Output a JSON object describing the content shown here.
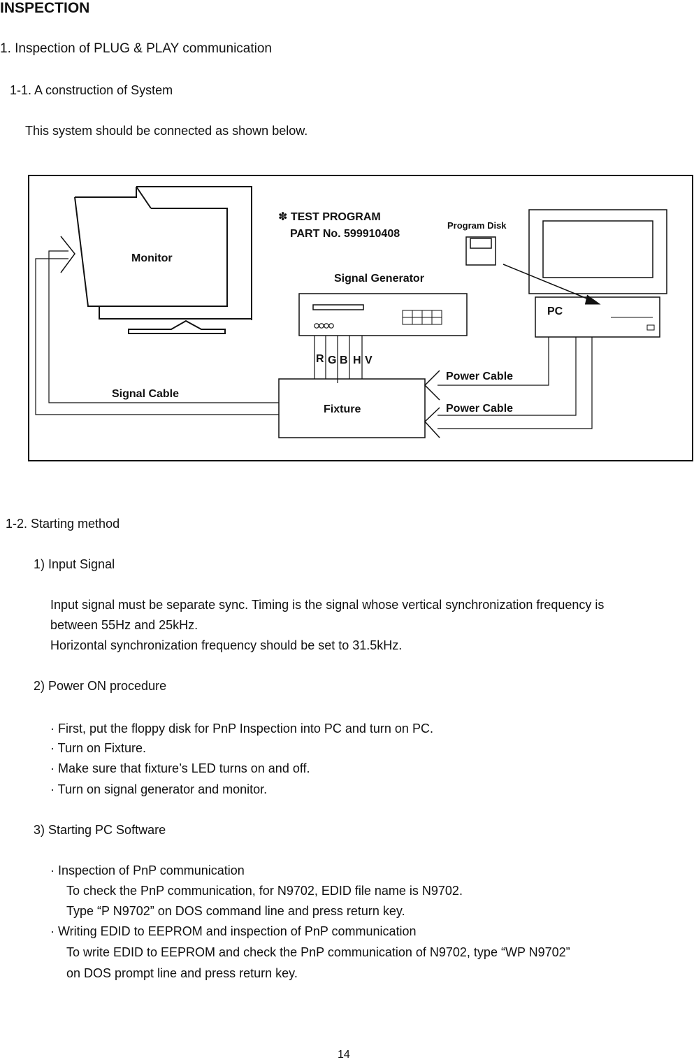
{
  "doc": {
    "heading": "INSPECTION",
    "section1": "1. Inspection of PLUG & PLAY communication",
    "subsection1": "1-1. A construction of System",
    "intro": "This system should be connected as shown below.",
    "subsection2": "1-2. Starting method",
    "step1_title": "1) Input Signal",
    "step1_lines": [
      "Input signal must be separate sync. Timing is the signal whose vertical synchronization frequency is",
      "between 55Hz and 25kHz.",
      "Horizontal synchronization frequency should be set to 31.5kHz."
    ],
    "step2_title": "2) Power ON procedure",
    "step2_bullets": [
      "·  First, put the floppy disk for PnP Inspection into PC and turn on PC.",
      "·  Turn on Fixture.",
      "·  Make sure that fixture’s LED turns on and off.",
      "·  Turn on signal generator and monitor."
    ],
    "step3_title": "3) Starting PC Software",
    "step3_lines": [
      "·  Inspection of PnP communication",
      "To check the PnP communication, for N9702, EDID file name is N9702.",
      "Type “P N9702” on DOS command line and press return key.",
      "·  Writing EDID to EEPROM and inspection of PnP communication",
      "To write EDID to EEPROM and check the PnP communication of N9702, type “WP N9702”",
      "on DOS prompt line and press return key."
    ],
    "page_number": "14"
  },
  "diagram": {
    "test_program_line1": "✽ TEST PROGRAM",
    "test_program_line2": "PART No. 599910408",
    "program_disk": "Program Disk",
    "monitor": "Monitor",
    "signal_generator": "Signal Generator",
    "pc": "PC",
    "rgbhv": [
      "R",
      "G",
      "B",
      "H",
      "V"
    ],
    "power_cable_1": "Power Cable",
    "power_cable_2": "Power Cable",
    "signal_cable": "Signal Cable",
    "fixture": "Fixture"
  }
}
